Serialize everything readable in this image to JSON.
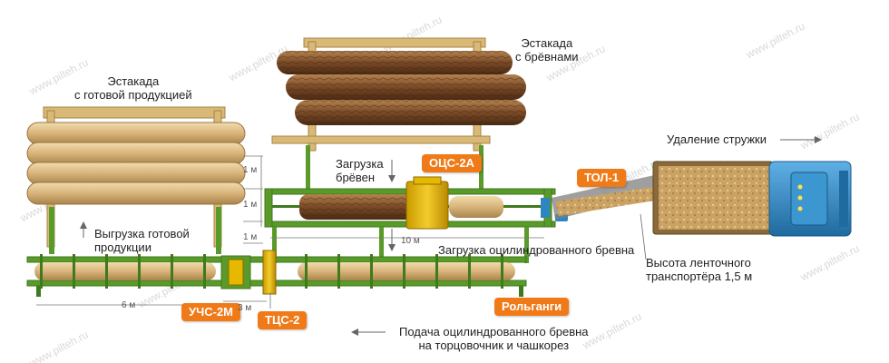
{
  "watermark": "www.pilteh.ru",
  "colors": {
    "frame": "#5a9a2a",
    "frame_dark": "#3f7a1c",
    "tag": "#f07a18",
    "yellow_machine": "#e6b800",
    "log_bark": "#7a4a26",
    "log_cylinder": "#d8b47a",
    "chips": "#c9a060",
    "blue_machine": "#2e86c1"
  },
  "labels": {
    "finished_rack": "Эстакада\nс готовой продукцией",
    "logs_rack": "Эстакада\nс брёвнами",
    "chip_removal": "Удаление стружки",
    "loading_logs": "Загрузка\nбрёвен",
    "unloading": "Выгрузка готовой\nпродукции",
    "loading_cylinder": "Загрузка оцилиндрованного бревна",
    "conveyor_height": "Высота ленточного\nтранспортёра 1,5 м",
    "feed": "Подача оцилиндрованного бревна\nна торцовочник и чашкорез"
  },
  "tags": {
    "ocs": "ОЦС-2А",
    "tol": "ТОЛ-1",
    "uchs": "УЧС-2М",
    "tcs": "ТЦС-2",
    "rolgangi": "Рольганги"
  },
  "dimensions": {
    "d1": "1 м",
    "d2": "1 м",
    "d3": "1 м",
    "d10": "10 м",
    "d6": "6 м",
    "d3m": "3 м"
  }
}
